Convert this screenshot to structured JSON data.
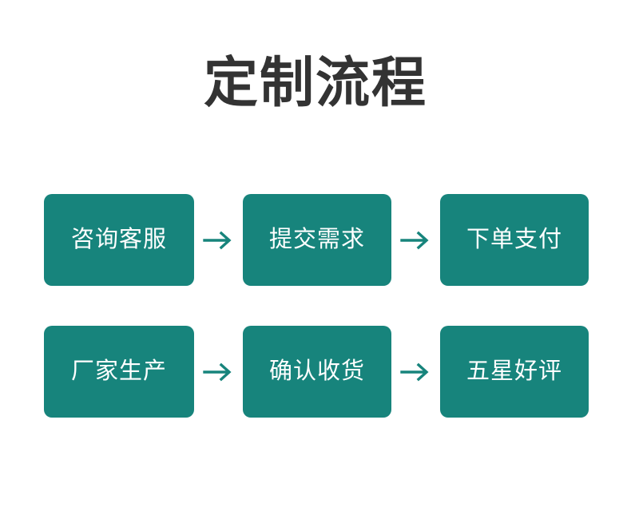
{
  "page": {
    "background_color": "#ffffff",
    "title": "定制流程",
    "title_color": "#333333"
  },
  "theme": {
    "box_color": "#17847C",
    "box_text_color": "#ffffff",
    "arrow_color": "#17847C"
  },
  "flow": {
    "arrow_icon": "arrow-right-icon",
    "arrow_glyph": "→",
    "rows": [
      {
        "row_index": 1,
        "steps": [
          {
            "order": 1,
            "label": "咨询客服"
          },
          {
            "order": 2,
            "label": "提交需求"
          },
          {
            "order": 3,
            "label": "下单支付"
          }
        ]
      },
      {
        "row_index": 2,
        "steps": [
          {
            "order": 4,
            "label": "厂家生产"
          },
          {
            "order": 5,
            "label": "确认收货"
          },
          {
            "order": 6,
            "label": "五星好评"
          }
        ]
      }
    ]
  }
}
